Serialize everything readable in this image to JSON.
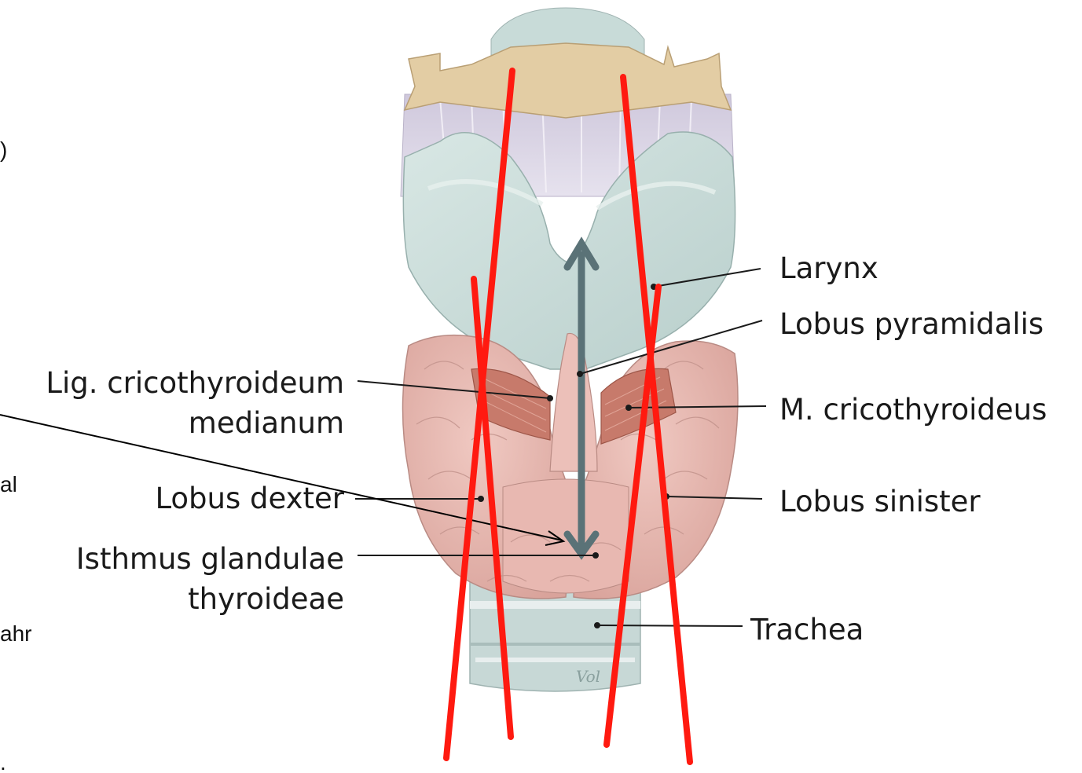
{
  "labels": {
    "larynx": "Larynx",
    "lobus_pyramidalis": "Lobus pyramidalis",
    "m_cricothyroideus": "M. cricothyroideus",
    "lobus_sinister": "Lobus sinister",
    "trachea": "Trachea",
    "lig_line1": "Lig. cricothyroideum",
    "lig_line2": "medianum",
    "lobus_dexter": "Lobus dexter",
    "isthmus_line1": "Isthmus glandulae",
    "isthmus_line2": "thyroideae"
  },
  "left_edge_fragments": [
    ")",
    "al",
    "ahr",
    "."
  ],
  "signature": "Vol",
  "colors": {
    "hyoid": "#e3cda4",
    "cartilage": "#c9dcd9",
    "membrane": "#dcd7e6",
    "gland": "#e7b7b0",
    "muscle": "#c77a6b",
    "annotation_red": "#ff1a10",
    "arrow_slate": "#5a7277"
  }
}
